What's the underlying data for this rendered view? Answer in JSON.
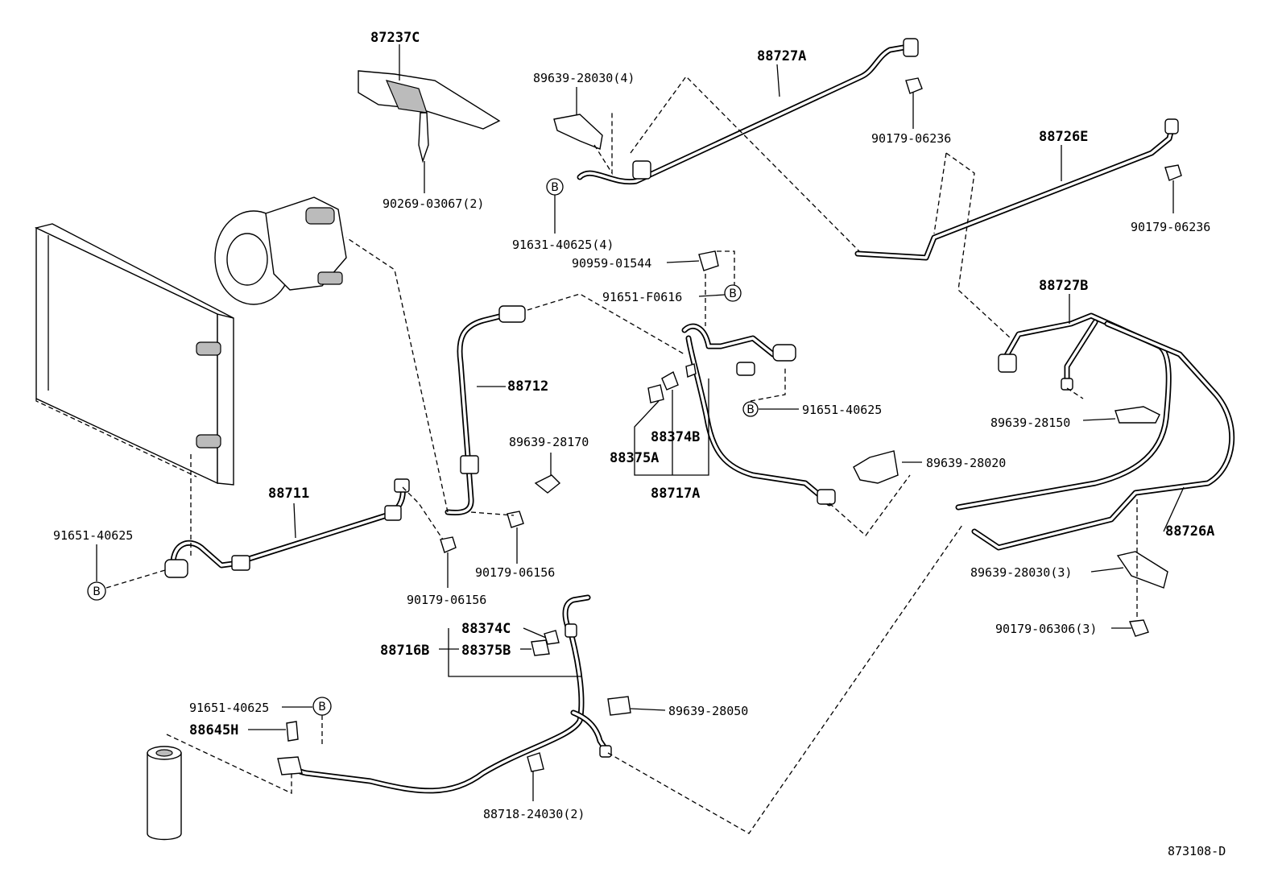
{
  "labels": {
    "p87237C": "87237C",
    "p90269": "90269-03067(2)",
    "p89639_28030_4": "89639-28030(4)",
    "p91631": "91631-40625(4)",
    "p88727A": "88727A",
    "p90179_06236_a": "90179-06236",
    "p88726E": "88726E",
    "p90179_06236_b": "90179-06236",
    "p90959": "90959-01544",
    "p91651_F0616": "91651-F0616",
    "p88727B": "88727B",
    "p88712": "88712",
    "p91651_40625_a": "91651-40625",
    "p89639_28150": "89639-28150",
    "p89639_28170": "89639-28170",
    "p88374B": "88374B",
    "p88375A": "88375A",
    "p88717A": "88717A",
    "p89639_28020": "89639-28020",
    "p88711": "88711",
    "p91651_40625_b": "91651-40625",
    "p88726A": "88726A",
    "p90179_06156_a": "90179-06156",
    "p90179_06156_b": "90179-06156",
    "p89639_28030_3": "89639-28030(3)",
    "p90179_06306": "90179-06306(3)",
    "p88374C": "88374C",
    "p88716B": "88716B",
    "p88375B": "88375B",
    "p91651_40625_c": "91651-40625",
    "p89639_28050": "89639-28050",
    "p88645H": "88645H",
    "p88718": "88718-24030(2)",
    "ref": "873108-D"
  },
  "marker": "B"
}
